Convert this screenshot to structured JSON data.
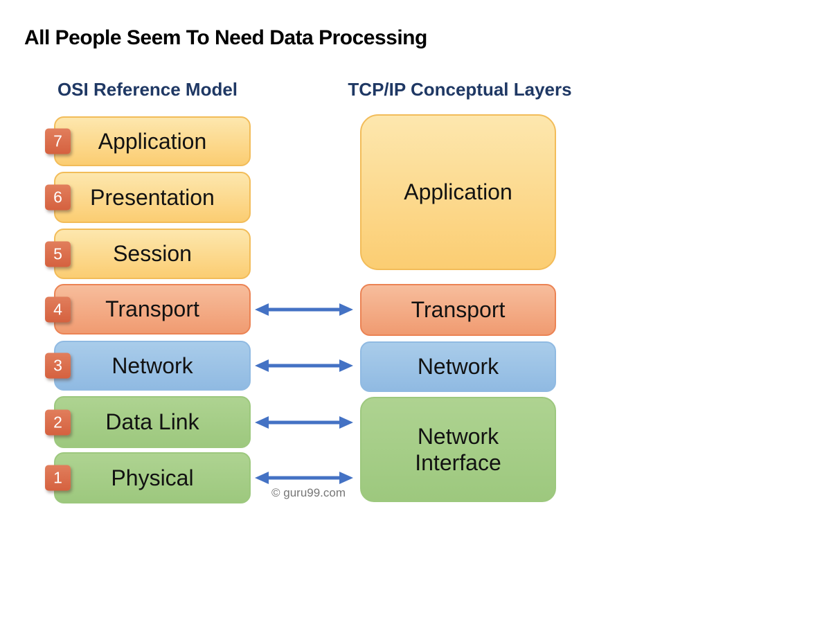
{
  "title": "All People Seem To Need Data Processing",
  "osi": {
    "heading": "OSI Reference Model",
    "layers": [
      {
        "number": "7",
        "label": "Application",
        "color": "#FBCD72"
      },
      {
        "number": "6",
        "label": "Presentation",
        "color": "#FBCD72"
      },
      {
        "number": "5",
        "label": "Session",
        "color": "#FBCD72"
      },
      {
        "number": "4",
        "label": "Transport",
        "color": "#F09B71"
      },
      {
        "number": "3",
        "label": "Network",
        "color": "#90BAE2"
      },
      {
        "number": "2",
        "label": "Data Link",
        "color": "#9DC87E"
      },
      {
        "number": "1",
        "label": "Physical",
        "color": "#9DC87E"
      }
    ]
  },
  "tcpip": {
    "heading": "TCP/IP Conceptual Layers",
    "layers": [
      {
        "label": "Application",
        "color": "#FBCD72"
      },
      {
        "label": "Transport",
        "color": "#F09B71"
      },
      {
        "label": "Network",
        "color": "#90BAE2"
      },
      {
        "label": "Network Interface",
        "color": "#9DC87E"
      }
    ]
  },
  "watermark": "© guru99.com",
  "colors": {
    "heading_navy": "#1F3864",
    "title_black": "#000000",
    "yellow_top": "#FDE7AE",
    "yellow_bottom": "#FBCD72",
    "yellow_border": "#F2BC59",
    "salmon_top": "#F7BD9C",
    "salmon_bottom": "#F09B71",
    "salmon_border": "#EB8354",
    "blue_top": "#A9CCEA",
    "blue_bottom": "#90BAE2",
    "green_top": "#AED391",
    "green_bottom": "#9DC87E",
    "badge_fill": "#D96A4D",
    "arrow_blue": "#4472C4",
    "watermark_gray": "#767676"
  }
}
